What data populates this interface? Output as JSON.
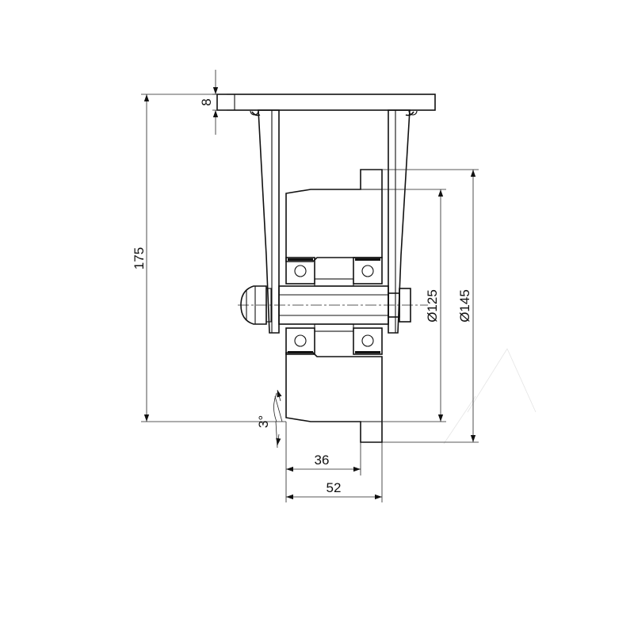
{
  "drawing": {
    "dimensions": {
      "plate_thickness": "8",
      "overall_height": "175",
      "hub_diameter": "Ø125",
      "wheel_diameter": "Ø145",
      "angle": "3°",
      "hub_width": "36",
      "wheel_width": "52"
    }
  }
}
